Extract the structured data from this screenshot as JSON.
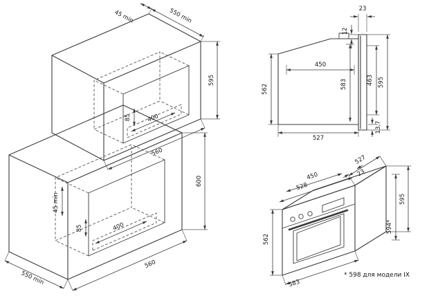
{
  "page": {
    "background": "#ffffff",
    "line_color": "#3a3a3a",
    "text_color": "#161616"
  },
  "cabinet_iso": {
    "upper": {
      "clearance_top": "45 min",
      "depth": "550 min",
      "niche_height": "595",
      "cutout_width": "400",
      "inset": "85",
      "niche_width": "560"
    },
    "lower": {
      "niche_height": "600",
      "clearance": "45 min",
      "inset": "85",
      "cutout_width": "400",
      "niche_width": "560",
      "depth": "550 min"
    }
  },
  "side_view": {
    "door_protrusion": "23",
    "top_gap": "12",
    "inner_depth": "450",
    "inner_height": "583",
    "back_height": "562",
    "front_inner_height": "463",
    "front_height": "595",
    "body_depth": "527",
    "bottom_gap": "13,7"
  },
  "oven_iso": {
    "top_depth": "527",
    "top_width": "528",
    "vent_width": "450",
    "overhang": "23",
    "height_back": "595",
    "height_front": "562",
    "width_bottom": "583",
    "height_alt": "594*"
  },
  "footnote": "* 598 для модели IX"
}
